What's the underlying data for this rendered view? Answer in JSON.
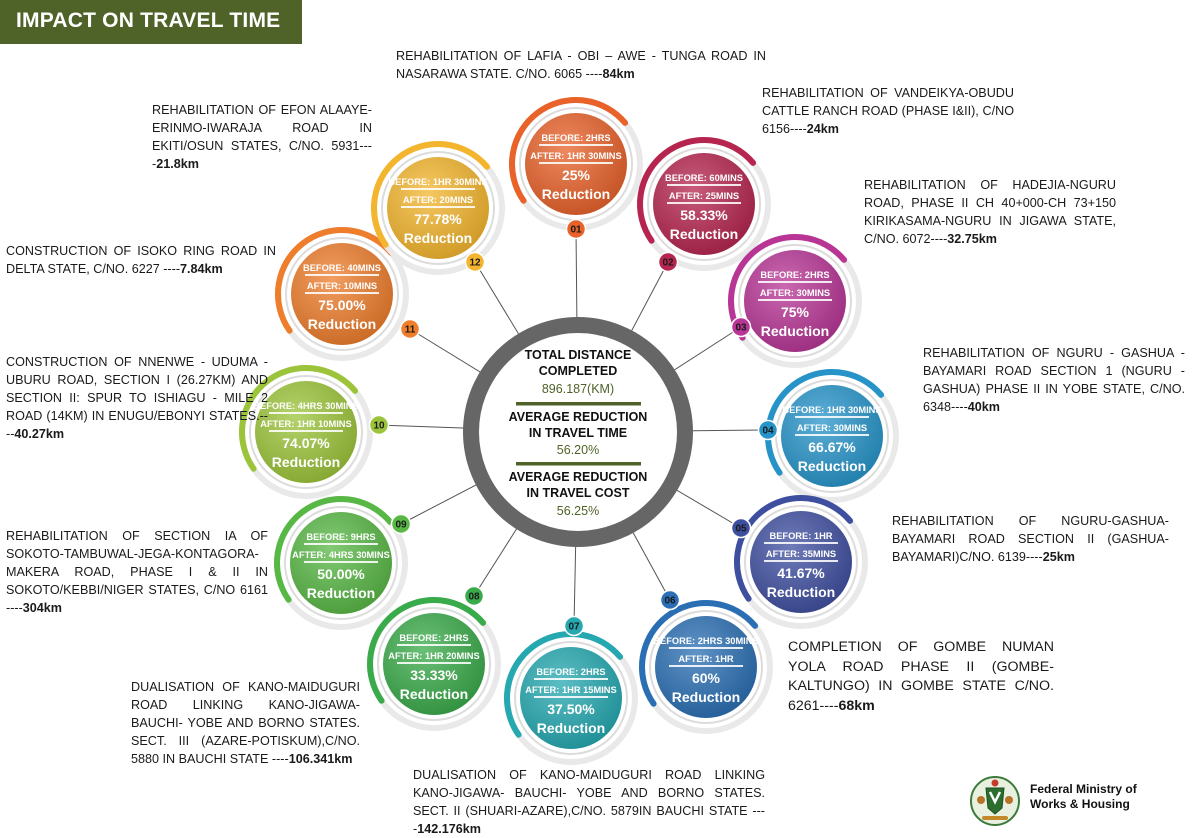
{
  "header": {
    "title": "IMPACT ON TRAVEL TIME"
  },
  "center": {
    "total_label_1": "TOTAL DISTANCE",
    "total_label_2": "COMPLETED",
    "total_value": "896.187(KM)",
    "time_label_1": "AVERAGE REDUCTION",
    "time_label_2": "IN TRAVEL TIME",
    "time_value": "56.20%",
    "cost_label_1": "AVERAGE REDUCTION",
    "cost_label_2": "IN TRAVEL COST",
    "cost_value": "56.25%"
  },
  "projects": [
    {
      "num": "01",
      "before": "BEFORE: 2HRS",
      "after": "AFTER: 1HR 30MINS",
      "percent": "25%",
      "reduction": "Reduction",
      "color": "#e8622a",
      "desc": "REHABILITATION OF LAFIA - OBI – AWE - TUNGA ROAD IN NASARAWA STATE. C/NO. 6065 ----",
      "km": "84km"
    },
    {
      "num": "02",
      "before": "BEFORE: 60MINS",
      "after": "AFTER: 25MINS",
      "percent": "58.33%",
      "reduction": "Reduction",
      "color": "#b5254f",
      "desc": "REHABILITATION OF VANDEIKYA-OBUDU CATTLE RANCH ROAD (PHASE I&II), C/NO 6156----",
      "km": "24km"
    },
    {
      "num": "03",
      "before": "BEFORE: 2HRS",
      "after": "AFTER: 30MINS",
      "percent": "75%",
      "reduction": "Reduction",
      "color": "#b83595",
      "desc": "REHABILITATION OF HADEJIA-NGURU ROAD, PHASE II CH 40+000-CH 73+150 KIRIKASAMA-NGURU IN JIGAWA STATE, C/NO. 6072----",
      "km": "32.75km"
    },
    {
      "num": "04",
      "before": "BEFORE: 1HR 30MINS",
      "after": "AFTER: 30MINS",
      "percent": "66.67%",
      "reduction": "Reduction",
      "color": "#2794c9",
      "desc": "REHABILITATION OF NGURU - GASHUA - BAYAMARI ROAD SECTION 1 (NGURU - GASHUA) PHASE II IN YOBE STATE, C/NO. 6348----",
      "km": "40km"
    },
    {
      "num": "05",
      "before": "BEFORE: 1HR",
      "after": "AFTER: 35MINS",
      "percent": "41.67%",
      "reduction": "Reduction",
      "color": "#3f4fa0",
      "desc": "REHABILITATION OF NGURU-GASHUA-BAYAMARI ROAD SECTION II (GASHUA-BAYAMARI)C/NO. 6139----",
      "km": "25km"
    },
    {
      "num": "06",
      "before": "BEFORE: 2HRS 30MINS",
      "after": "AFTER: 1HR",
      "percent": "60%",
      "reduction": "Reduction",
      "color": "#2a6fb3",
      "desc": "COMPLETION OF GOMBE NUMAN YOLA ROAD PHASE II (GOMBE-KALTUNGO) IN GOMBE STATE C/NO. 6261----",
      "km": "68km"
    },
    {
      "num": "07",
      "before": "BEFORE: 2HRS",
      "after": "AFTER: 1HR 15MINS",
      "percent": "37.50%",
      "reduction": "Reduction",
      "color": "#25a8b0",
      "desc": "DUALISATION OF KANO-MAIDUGURI ROAD LINKING KANO-JIGAWA- BAUCHI- YOBE AND BORNO STATES. SECT. II (SHUARI-AZARE),C/NO. 5879IN BAUCHI STATE ----",
      "km": "142.176km"
    },
    {
      "num": "08",
      "before": "BEFORE: 2HRS",
      "after": "AFTER: 1HR 20MINS",
      "percent": "33.33%",
      "reduction": "Reduction",
      "color": "#3aab4a",
      "desc": "DUALISATION OF KANO-MAIDUGURI ROAD LINKING KANO-JIGAWA-BAUCHI- YOBE AND BORNO STATES. SECT. III (AZARE-POTISKUM),C/NO. 5880 IN BAUCHI STATE ----",
      "km": "106.341km"
    },
    {
      "num": "09",
      "before": "BEFORE: 9HRS",
      "after": "AFTER: 4HRS 30MINS",
      "percent": "50.00%",
      "reduction": "Reduction",
      "color": "#58b845",
      "desc": "REHABILITATION OF SECTION IA OF SOKOTO-TAMBUWAL-JEGA-KONTAGORA-MAKERA ROAD, PHASE I & II IN SOKOTO/KEBBI/NIGER STATES, C/NO 6161 ----",
      "km": "304km"
    },
    {
      "num": "10",
      "before": "BEFORE: 4HRS 30MINS",
      "after": "AFTER: 1HR 10MINS",
      "percent": "74.07%",
      "reduction": "Reduction",
      "color": "#9cc43a",
      "desc": "CONSTRUCTION OF NNENWE - UDUMA - UBURU ROAD, SECTION I (26.27KM) AND SECTION II: SPUR TO ISHIAGU - MILE 2 ROAD (14KM) IN ENUGU/EBONYI STATES.----",
      "km": "40.27km"
    },
    {
      "num": "11",
      "before": "BEFORE: 40MINS",
      "after": "AFTER: 10MINS",
      "percent": "75.00%",
      "reduction": "Reduction",
      "color": "#ee7d2c",
      "desc": "CONSTRUCTION OF ISOKO RING ROAD IN DELTA STATE, C/NO. 6227 ----",
      "km": "7.84km"
    },
    {
      "num": "12",
      "before": "BEFORE: 1HR 30MINS",
      "after": "AFTER: 20MINS",
      "percent": "77.78%",
      "reduction": "Reduction",
      "color": "#f3b52d",
      "desc": "REHABILITATION OF EFON ALAAYE-ERINMO-IWARAJA ROAD IN EKITI/OSUN STATES, C/NO. 5931----",
      "km": "21.8km"
    }
  ],
  "footer": {
    "ministry_line1": "Federal Ministry of",
    "ministry_line2": "Works & Housing"
  }
}
